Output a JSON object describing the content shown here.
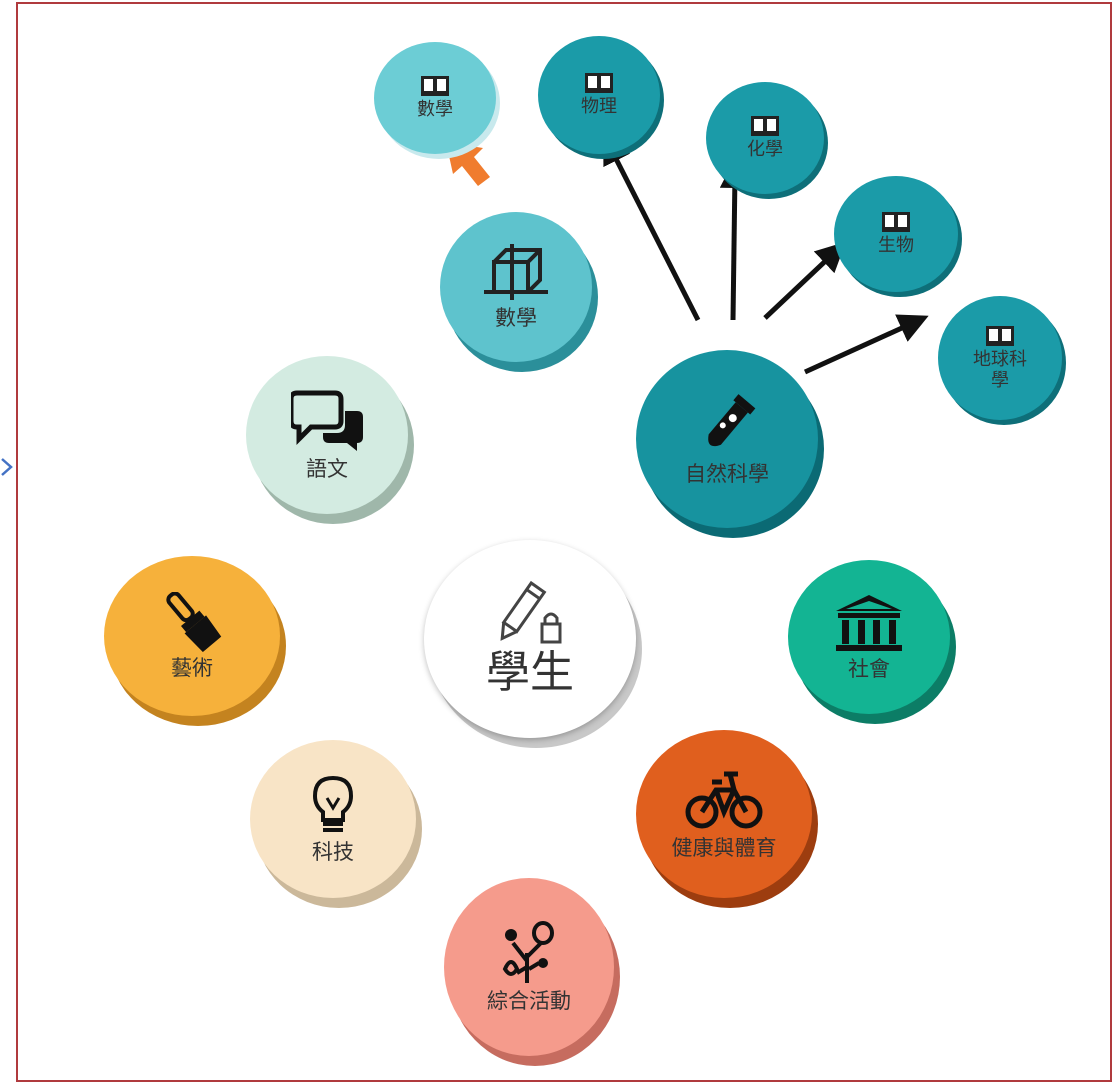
{
  "center": {
    "label": "學生",
    "icon": "pencil-lock-icon",
    "color": "#ffffff"
  },
  "subjects": {
    "math": {
      "label": "數學",
      "icon": "cube-icon",
      "color": "#5ec3cd"
    },
    "science": {
      "label": "自然科學",
      "icon": "test-tube-icon",
      "color": "#17939f"
    },
    "language": {
      "label": "語文",
      "icon": "speech-bubbles-icon",
      "color": "#d3ebe1"
    },
    "arts": {
      "label": "藝術",
      "icon": "paintbrush-icon",
      "color": "#f6b13b"
    },
    "social": {
      "label": "社會",
      "icon": "building-icon",
      "color": "#13b493"
    },
    "tech": {
      "label": "科技",
      "icon": "lightbulb-icon",
      "color": "#f8e4c6"
    },
    "health": {
      "label": "健康與體育",
      "icon": "bicycle-icon",
      "color": "#e05f1e"
    },
    "activity": {
      "label": "綜合活動",
      "icon": "plant-icon",
      "color": "#f59b8c"
    }
  },
  "subsubjects": {
    "math_book": {
      "label": "數學",
      "icon": "book-icon",
      "color": "#6ccdd5"
    },
    "physics": {
      "label": "物理",
      "icon": "book-icon",
      "color": "#1b9ba8"
    },
    "chemistry": {
      "label": "化學",
      "icon": "book-icon",
      "color": "#1b9ba8"
    },
    "biology": {
      "label": "生物",
      "icon": "book-icon",
      "color": "#1b9ba8"
    },
    "earth": {
      "label": "地球科學",
      "icon": "book-icon",
      "color": "#1b9ba8"
    }
  },
  "colors": {
    "frame": "#b03a3e",
    "arrow": "#111111",
    "math_arrow": "#f07c2e",
    "edge_arrow": "#4472c4"
  }
}
